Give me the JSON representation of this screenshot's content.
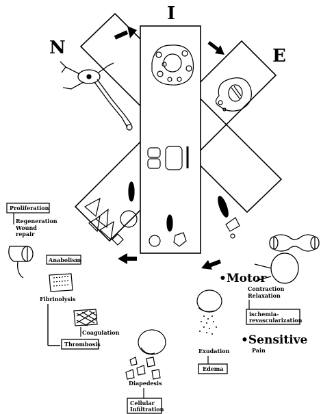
{
  "letters": {
    "n": "N",
    "i": "I",
    "e": "E"
  },
  "labels": {
    "proliferation": "Proliferation",
    "regeneration": "Regeneration",
    "wound_repair_line1": "Wound",
    "wound_repair_line2": "repair",
    "anabolism": "Anabolism",
    "fibrinolysis": "Fibrinolysis",
    "coagulation": "Coagulation",
    "thrombosis": "Thrombosis",
    "diapedesis": "Diapedesis",
    "cellular_line1": "Cellular",
    "cellular_line2": "Infiltration",
    "motor": "•Motor",
    "contraction": "Contraction",
    "relaxation": "Relaxation",
    "ischemia_line1": "ischemia-",
    "ischemia_line2": "revascularization",
    "sensitive": "•Sensitive",
    "pain": "Pain",
    "exudation": "Exudation",
    "edema": "Edema"
  }
}
